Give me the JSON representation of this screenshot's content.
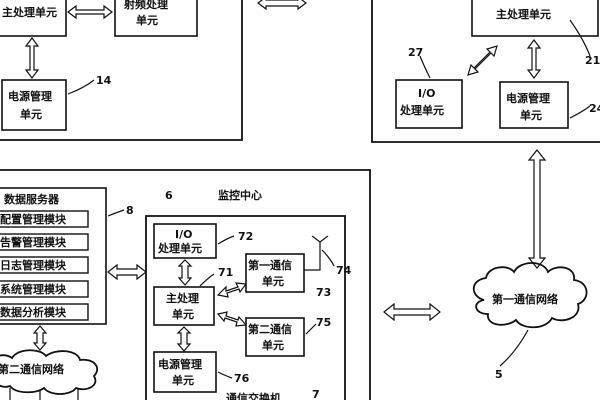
{
  "top_left": {
    "main_unit": "主处理单元",
    "rf_unit": [
      "射频处理",
      "单元"
    ],
    "power_unit": [
      "电源管理",
      "单元"
    ],
    "power_ref": "14"
  },
  "top_right": {
    "main_unit": "主处理单元",
    "main_ref": "21",
    "io_unit": [
      "I/O",
      "处理单元"
    ],
    "io_ref": "27",
    "power_unit": [
      "电源管理",
      "单元"
    ],
    "power_ref": "24"
  },
  "data_server": {
    "title": "数据服务器",
    "ref": "8",
    "modules": [
      "配置管理模块",
      "告警管理模块",
      "日志管理模块",
      "系统管理模块",
      "数据分析模块"
    ]
  },
  "monitor_center": {
    "ref": "6",
    "title": "监控中心",
    "io_unit": [
      "I/O",
      "处理单元"
    ],
    "io_ref": "72",
    "main_unit": [
      "主处理",
      "单元"
    ],
    "main_ref": "71",
    "comm1": [
      "第一通信",
      "单元"
    ],
    "comm1_ref": "73",
    "antenna_ref": "74",
    "comm2": [
      "第二通信",
      "单元"
    ],
    "comm2_ref": "75",
    "power_unit": [
      "电源管理",
      "单元"
    ],
    "power_ref": "76"
  },
  "network1": {
    "label": "第一通信网络",
    "ref": "5"
  },
  "network2": {
    "label": "第二通信网络"
  },
  "switch": {
    "label": "通信交换机",
    "ref": "7"
  }
}
